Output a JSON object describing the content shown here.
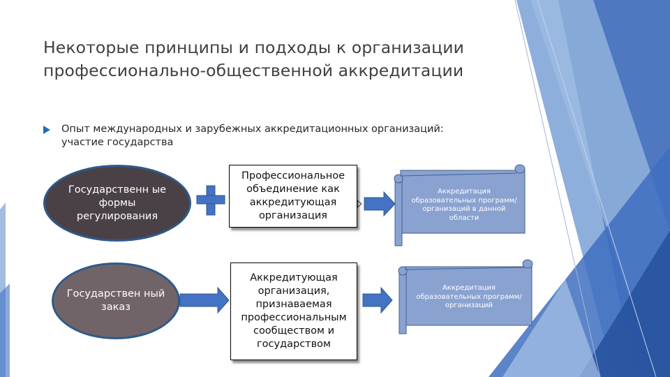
{
  "slide": {
    "title_line1": "Некоторые принципы и подходы к организации",
    "title_line2": "профессионально-общественной аккредитации",
    "bullet": "Опыт международных и зарубежных аккредитационных организаций: участие государства"
  },
  "diagram": {
    "ellipse_top": "Государственн ые формы регулирования",
    "ellipse_bottom": "Государствен ный заказ",
    "box_top": "Профессиональное объединение как аккредитующая организация",
    "box_bottom": "Аккредитующая организация, признаваемая профессиональным сообществом и государством",
    "scroll_top": "Аккредитация образовательных программ/организаций в данной области",
    "scroll_bottom": "Аккредитация образовательных программ/организаций"
  },
  "colors": {
    "accent_blue": "#4472c4",
    "scroll_fill": "#8aa2d0",
    "ellipse_dark": "#4a4147",
    "ellipse_mid": "#716468"
  }
}
